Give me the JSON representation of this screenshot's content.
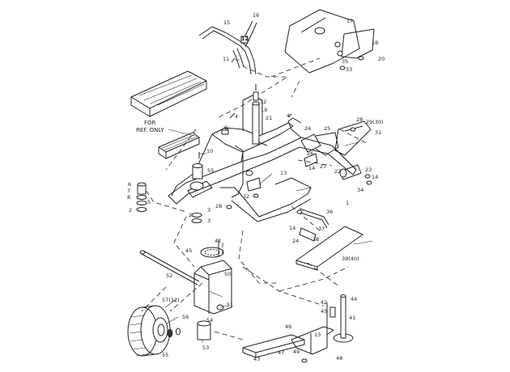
{
  "note": {
    "line1": "FOR",
    "line2": "REF. ONLY"
  },
  "callouts": {
    "c1": "1",
    "c2a": "2",
    "c2b": "2",
    "c3a": "3",
    "c3b": "3",
    "c4a": "4",
    "c4b": "4",
    "c5": "5",
    "c6": "6",
    "c7": "7",
    "c8": "8",
    "c9": "9",
    "c10": "10",
    "c11": "11",
    "c12": "12",
    "c13a": "13",
    "c13b": "13",
    "c14a": "14",
    "c14b": "14",
    "c14c": "14",
    "c15": "15",
    "c16": "16",
    "c17": "17",
    "c18": "18",
    "c19": "19",
    "c20": "20",
    "c21": "21",
    "c22": "22",
    "c23": "23",
    "c24a": "24",
    "c24b": "24",
    "c25": "25",
    "c26": "26",
    "c27": "27",
    "c28a": "28",
    "c28b": "28",
    "c2930": "29(30)",
    "c31": "31",
    "c32a": "32",
    "c32b": "32",
    "c33": "33",
    "c34": "34",
    "c35": "35",
    "c36": "36",
    "c37": "37",
    "c38": "38",
    "c3940": "39(40)",
    "c41": "41",
    "c42a": "42",
    "c42b": "42",
    "c43": "43",
    "c44": "44",
    "c45a": "45",
    "c45b": "45",
    "c46": "46",
    "c47": "47",
    "c48": "48",
    "c49": "49",
    "c50": "50",
    "c51": "51",
    "c52": "52",
    "c53": "53",
    "c54": "54",
    "c55a": "55",
    "c55b": "55",
    "c56": "56",
    "c5732": "57(32)"
  }
}
